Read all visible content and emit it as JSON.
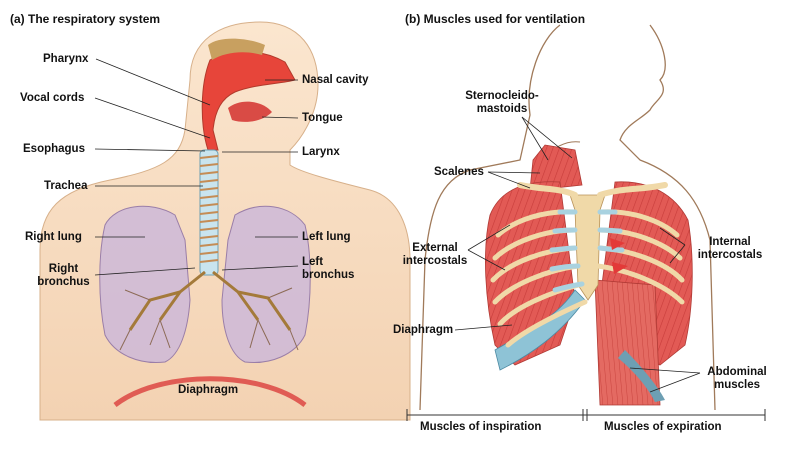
{
  "panel_a": {
    "title": "(a)  The respiratory system",
    "labels": {
      "pharynx": "Pharynx",
      "vocal_cords": "Vocal cords",
      "esophagus": "Esophagus",
      "trachea": "Trachea",
      "right_lung": "Right lung",
      "right_bronchus_1": "Right",
      "right_bronchus_2": "bronchus",
      "nasal_cavity": "Nasal cavity",
      "tongue": "Tongue",
      "larynx": "Larynx",
      "left_lung": "Left lung",
      "left_bronchus_1": "Left",
      "left_bronchus_2": "bronchus",
      "diaphragm": "Diaphragm"
    }
  },
  "panel_b": {
    "title": "(b)  Muscles used for ventilation",
    "labels": {
      "sterno_1": "Sternocleido-",
      "sterno_2": "mastoids",
      "scalenes": "Scalenes",
      "ext_1": "External",
      "ext_2": "intercostals",
      "int_1": "Internal",
      "int_2": "intercostals",
      "diaphragm": "Diaphragm",
      "abd_1": "Abdominal",
      "abd_2": "muscles",
      "inspiration": "Muscles of inspiration",
      "expiration": "Muscles of expiration"
    }
  },
  "colors": {
    "skin": "#f7dcc0",
    "lung": "#c9b6d3",
    "muscle": "#e0524f",
    "rib": "#f0d9a8",
    "cartilage": "#a9d2e0",
    "airway_red": "#e53a2a",
    "outline": "#a07a5a"
  }
}
